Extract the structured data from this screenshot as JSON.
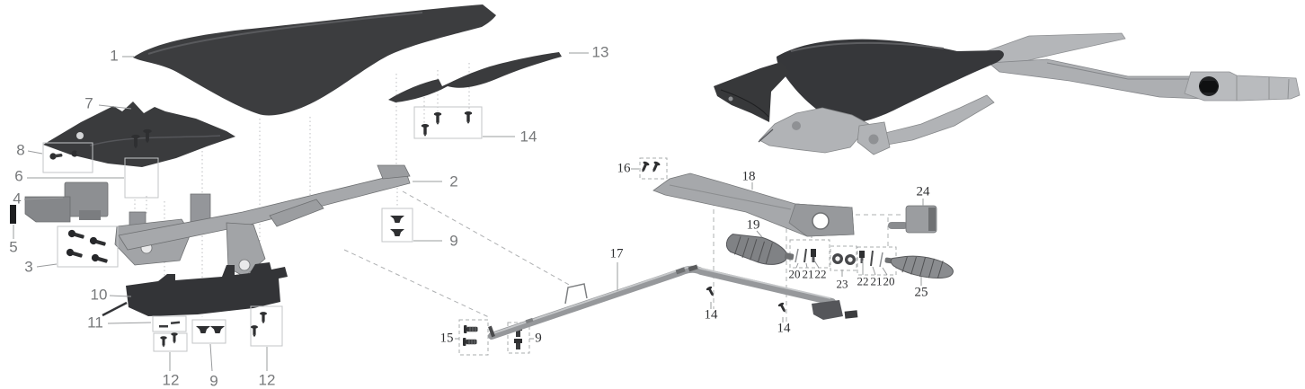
{
  "figure": {
    "type": "exploded-parts-diagram",
    "description_colors": {
      "background": "#ffffff",
      "plastic_dark": "#38393b",
      "metal_gray": "#aeb0b3",
      "fastener_dark": "#2e2f31",
      "label_gray": "#77797b",
      "label_dark": "#2e2f31",
      "box_border": "#c3c5c7"
    }
  },
  "callouts": [
    {
      "number": "1"
    },
    {
      "number": "7"
    },
    {
      "number": "8"
    },
    {
      "number": "6"
    },
    {
      "number": "4"
    },
    {
      "number": "5"
    },
    {
      "number": "3"
    },
    {
      "number": "13"
    },
    {
      "number": "14"
    },
    {
      "number": "2"
    },
    {
      "number": "9"
    },
    {
      "number": "10"
    },
    {
      "number": "11"
    },
    {
      "number": "12"
    },
    {
      "number": "9"
    },
    {
      "number": "12"
    },
    {
      "number": "15"
    },
    {
      "number": "9"
    },
    {
      "number": "16"
    },
    {
      "number": "17"
    },
    {
      "number": "18"
    },
    {
      "number": "19"
    },
    {
      "number": "20"
    },
    {
      "number": "21"
    },
    {
      "number": "22"
    },
    {
      "number": "23"
    },
    {
      "number": "22"
    },
    {
      "number": "21"
    },
    {
      "number": "20"
    },
    {
      "number": "24"
    },
    {
      "number": "25"
    },
    {
      "number": "14"
    },
    {
      "number": "14"
    }
  ]
}
